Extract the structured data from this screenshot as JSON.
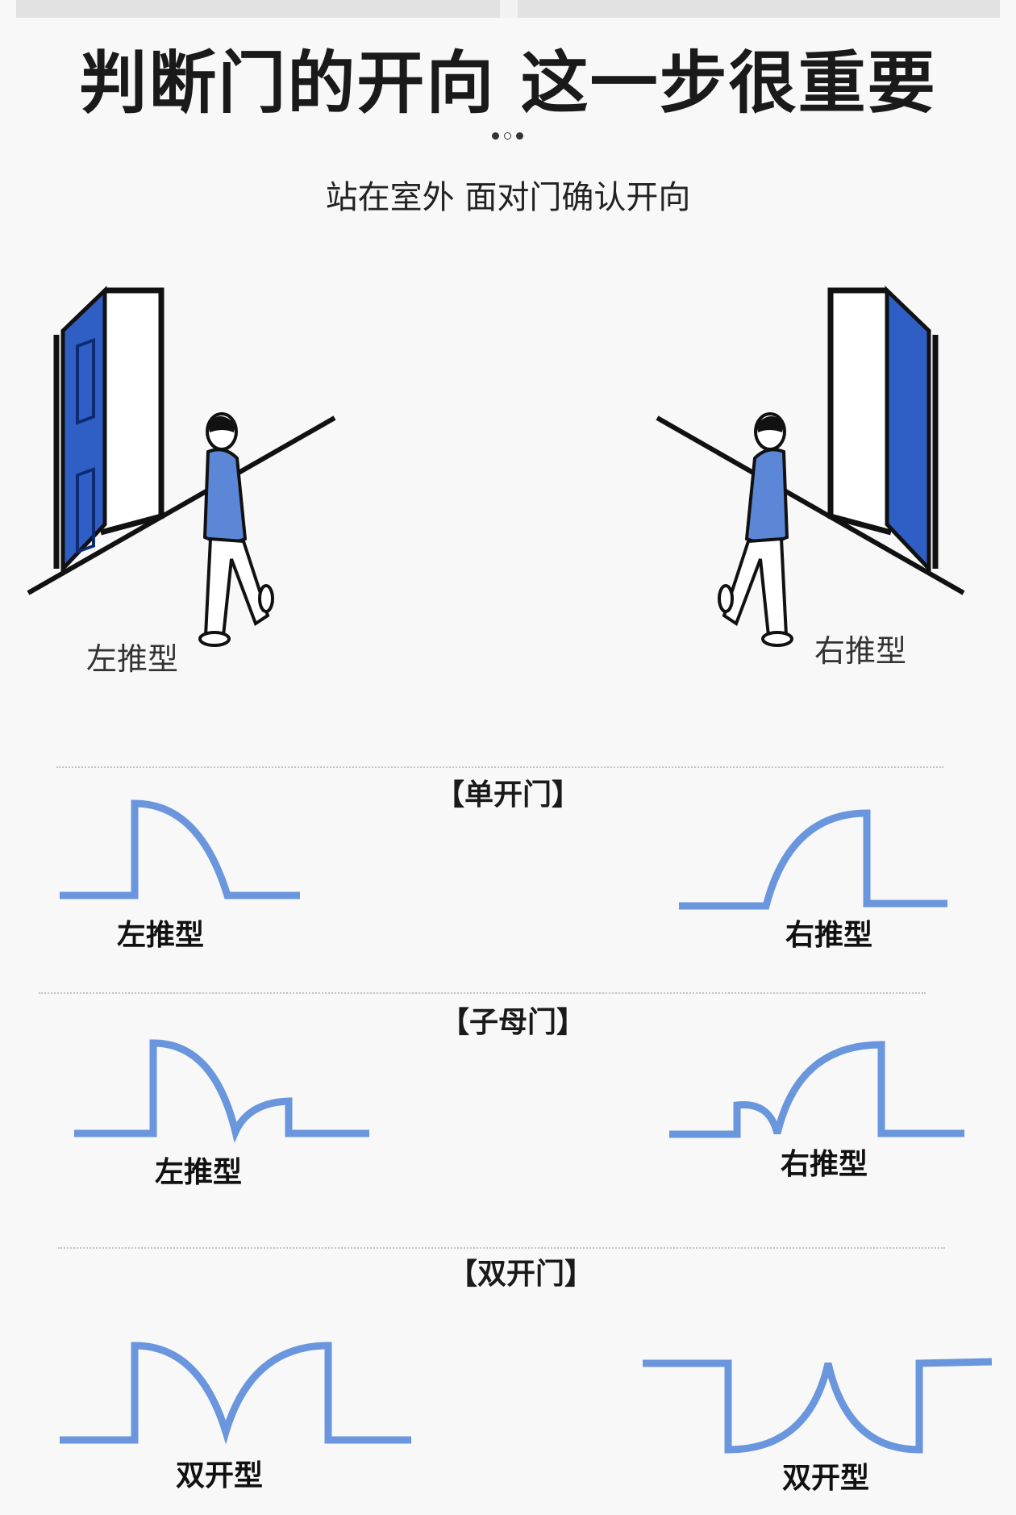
{
  "title": "判断门的开向 这一步很重要",
  "subtitle": "站在室外 面对门确认开向",
  "illustration": {
    "left_label": "左推型",
    "right_label": "右推型",
    "door_color": "#2f5fc4",
    "person_color": "#5b87d6"
  },
  "sections": [
    {
      "heading": "【单开门】",
      "left_label": "左推型",
      "right_label": "右推型"
    },
    {
      "heading": "【子母门】",
      "left_label": "左推型",
      "right_label": "右推型"
    },
    {
      "heading": "【双开门】",
      "left_label": "双开型",
      "right_label": "双开型"
    }
  ],
  "colors": {
    "diagram_line": "#6a96de",
    "background": "#f8f8f8"
  }
}
